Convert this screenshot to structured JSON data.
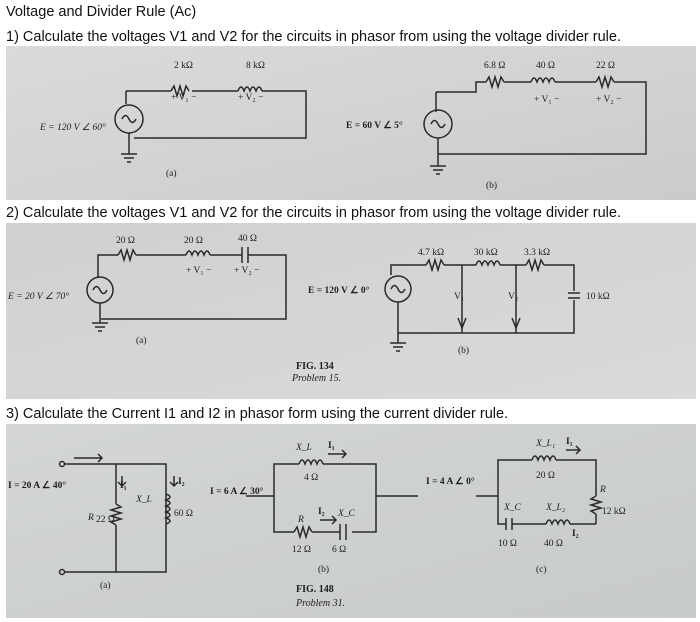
{
  "document": {
    "title": "Voltage and Divider Rule (Ac)",
    "q1": "1) Calculate the voltages V1 and V2 for the circuits in phasor from using the voltage divider rule.",
    "q2": "2) Calculate the voltages V1 and V2 for the circuits in phasor from using the voltage divider rule.",
    "q3": "3) Calculate the Current I1 and I2 in phasor form using the current divider rule."
  },
  "figures": {
    "fig1": {
      "a": {
        "source": "E = 120 V ∠ 60°",
        "r1": "2 kΩ",
        "r2": "8 kΩ",
        "v1": "+ V₁ −",
        "v2": "+ V₂ −",
        "label": "(a)"
      },
      "b": {
        "source": "E = 60 V ∠ 5°",
        "r1": "6.8 Ω",
        "r2": "40 Ω",
        "r3": "22 Ω",
        "v1": "+ V₁ −",
        "v2": "+ V₂ −",
        "label": "(b)"
      }
    },
    "fig2": {
      "a": {
        "source": "E = 20 V ∠ 70°",
        "r1": "20 Ω",
        "r2": "20 Ω",
        "r3": "40 Ω",
        "v1": "+ V₁ −",
        "v2": "+ V₂ −",
        "label": "(a)"
      },
      "b": {
        "source": "E = 120 V ∠ 0°",
        "r1": "4.7 kΩ",
        "r2": "30 kΩ",
        "r3": "3.3 kΩ",
        "r4": "10 kΩ",
        "v1": "V₁",
        "v2": "V₂",
        "label": "(b)"
      },
      "caption": "FIG. 134",
      "problem": "Problem 15."
    },
    "fig3": {
      "a": {
        "source": "I = 20 A ∠ 40°",
        "r": "22 Ω",
        "xl": "60 Ω",
        "rlabel": "R",
        "xllabel": "X_L",
        "i1": "I₁",
        "i2": "I₂",
        "label": "(a)"
      },
      "b": {
        "source": "I = 6 A ∠ 30°",
        "xl": "4 Ω",
        "r": "12 Ω",
        "xc": "6 Ω",
        "xllabel": "X_L",
        "rlabel": "R",
        "xclabel": "X_C",
        "i1": "I₁",
        "i2": "I₂",
        "label": "(b)"
      },
      "c": {
        "source": "I = 4 A ∠ 0°",
        "xl1": "20 Ω",
        "xc": "10 Ω",
        "xl2": "40 Ω",
        "r": "12 kΩ",
        "xl1label": "X_L₁",
        "xclabel": "X_C",
        "xl2label": "X_L₂",
        "rlabel": "R",
        "i1": "I₁",
        "i2": "I₂",
        "label": "(c)"
      },
      "caption": "FIG. 148",
      "problem": "Problem 31."
    }
  }
}
